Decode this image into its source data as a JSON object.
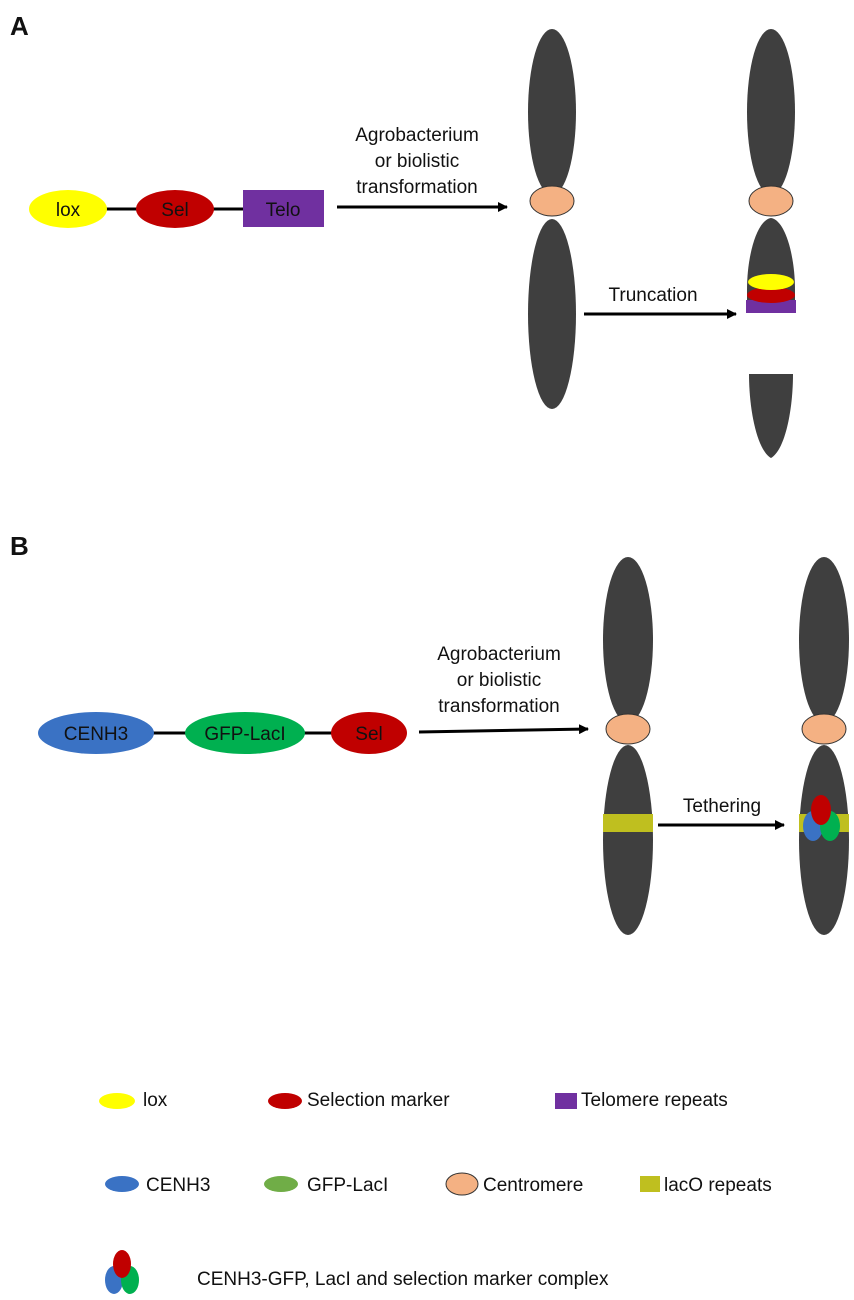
{
  "panel_a": {
    "label": "A",
    "construct": {
      "lox": "lox",
      "sel": "Sel",
      "telo": "Telo"
    },
    "step1": [
      "Agrobacterium",
      "or biolistic",
      "transformation"
    ],
    "step2": "Truncation"
  },
  "panel_b": {
    "label": "B",
    "construct": {
      "cenh3": "CENH3",
      "gfp_laci": "GFP-LacI",
      "sel": "Sel"
    },
    "step1": [
      "Agrobacterium",
      "or biolistic",
      "transformation"
    ],
    "step2": "Tethering"
  },
  "legend": {
    "lox": "lox",
    "selection_marker": "Selection marker",
    "telomere_repeats": "Telomere repeats",
    "cenh3": "CENH3",
    "gfp_laci": "GFP-LacI",
    "centromere": "Centromere",
    "laco_repeats": "lacO repeats",
    "complex": "CENH3-GFP, LacI and selection marker complex"
  },
  "colors": {
    "chromosome": "#3f3f3f",
    "centromere": "#f4b183",
    "lox": "#ffff00",
    "selection_marker": "#c00000",
    "telomere": "#7030a0",
    "cenh3": "#3a72c4",
    "gfp_laci": "#00b050",
    "gfp_laci_legend": "#70ad47",
    "laco": "#bfbf1f"
  }
}
